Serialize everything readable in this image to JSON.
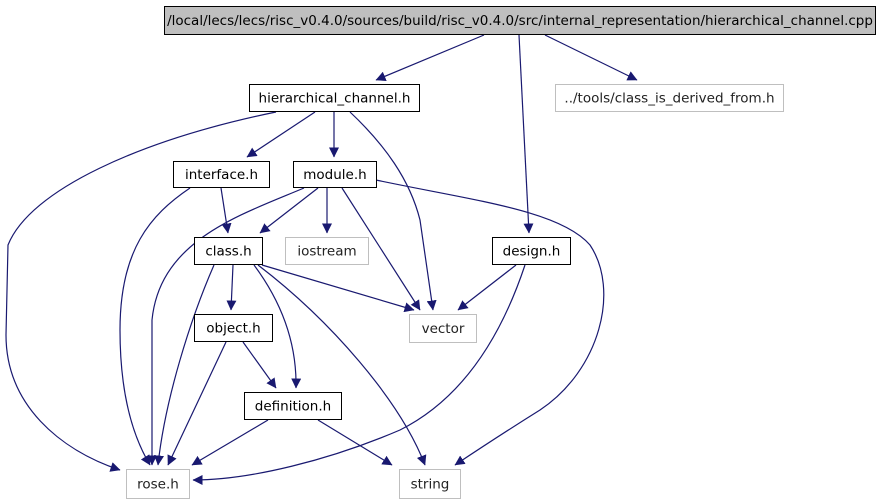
{
  "nodes": {
    "root": {
      "label": "/local/lecs/lecs/risc_v0.4.0/sources/build/risc_v0.4.0/src/internal_representation/hierarchical_channel.cpp",
      "kind": "root"
    },
    "hierarchical_channel_h": {
      "label": "hierarchical_channel.h",
      "kind": "local"
    },
    "class_is_derived_from_h": {
      "label": "../tools/class_is_derived_from.h",
      "kind": "external"
    },
    "interface_h": {
      "label": "interface.h",
      "kind": "local"
    },
    "module_h": {
      "label": "module.h",
      "kind": "local"
    },
    "class_h": {
      "label": "class.h",
      "kind": "local"
    },
    "iostream": {
      "label": "iostream",
      "kind": "external"
    },
    "design_h": {
      "label": "design.h",
      "kind": "local"
    },
    "object_h": {
      "label": "object.h",
      "kind": "local"
    },
    "vector": {
      "label": "vector",
      "kind": "external"
    },
    "definition_h": {
      "label": "definition.h",
      "kind": "local"
    },
    "rose_h": {
      "label": "rose.h",
      "kind": "external"
    },
    "string": {
      "label": "string",
      "kind": "external"
    }
  },
  "edges": [
    {
      "from": "root",
      "to": "hierarchical_channel_h"
    },
    {
      "from": "root",
      "to": "design_h"
    },
    {
      "from": "root",
      "to": "class_is_derived_from_h"
    },
    {
      "from": "hierarchical_channel_h",
      "to": "rose_h"
    },
    {
      "from": "hierarchical_channel_h",
      "to": "interface_h"
    },
    {
      "from": "hierarchical_channel_h",
      "to": "module_h"
    },
    {
      "from": "hierarchical_channel_h",
      "to": "vector"
    },
    {
      "from": "interface_h",
      "to": "class_h"
    },
    {
      "from": "interface_h",
      "to": "rose_h"
    },
    {
      "from": "module_h",
      "to": "class_h"
    },
    {
      "from": "module_h",
      "to": "iostream"
    },
    {
      "from": "module_h",
      "to": "vector"
    },
    {
      "from": "module_h",
      "to": "rose_h"
    },
    {
      "from": "module_h",
      "to": "string"
    },
    {
      "from": "class_h",
      "to": "object_h"
    },
    {
      "from": "class_h",
      "to": "vector"
    },
    {
      "from": "class_h",
      "to": "definition_h"
    },
    {
      "from": "class_h",
      "to": "string"
    },
    {
      "from": "class_h",
      "to": "rose_h"
    },
    {
      "from": "design_h",
      "to": "vector"
    },
    {
      "from": "design_h",
      "to": "rose_h"
    },
    {
      "from": "object_h",
      "to": "definition_h"
    },
    {
      "from": "object_h",
      "to": "rose_h"
    },
    {
      "from": "definition_h",
      "to": "rose_h"
    },
    {
      "from": "definition_h",
      "to": "string"
    }
  ],
  "colors": {
    "edge": "#191970",
    "root_fill": "#bfbfbf",
    "local_border": "#000000",
    "external_border": "#bfbfbf",
    "node_fill": "#ffffff"
  }
}
